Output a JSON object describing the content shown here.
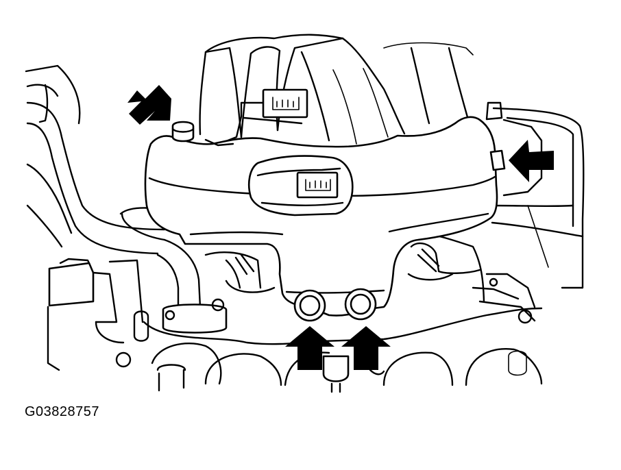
{
  "figure": {
    "id_label": "G03828757",
    "ink_color": "#000000",
    "background_color": "#ffffff",
    "arrows": [
      {
        "name": "arrow-top-left-bolt",
        "points_to": "top-left-mounting-bolt"
      },
      {
        "name": "arrow-right-bolt",
        "points_to": "right-mounting-bolt"
      },
      {
        "name": "arrow-bottom-left-bolt",
        "points_to": "bottom-left-mounting-bolt"
      },
      {
        "name": "arrow-bottom-right-bolt",
        "points_to": "bottom-right-mounting-bolt"
      }
    ]
  }
}
